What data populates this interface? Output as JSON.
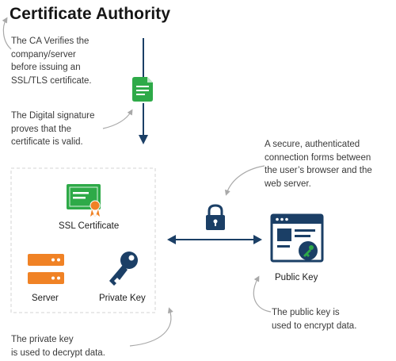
{
  "title": "Certificate Authority",
  "notes": {
    "ca_verifies": "The CA Verifies the\ncompany/server\nbefore issuing an\nSSL/TLS certificate.",
    "digital_signature": "The Digital signature\nproves that the\ncertificate is valid.",
    "secure_connection": "A secure, authenticated\nconnection forms between\nthe user’s browser and the\nweb server.",
    "public_key_use": "The public key is\nused to encrypt data.",
    "private_key_use": "The private key\nis used to decrypt data."
  },
  "labels": {
    "ssl_certificate": "SSL Certificate",
    "server": "Server",
    "private_key": "Private Key",
    "public_key": "Public Key"
  },
  "icons": {
    "document": "document-icon",
    "certificate": "certificate-icon",
    "server": "server-icon",
    "private_key": "key-icon",
    "lock": "lock-icon",
    "browser": "browser-window-icon"
  },
  "colors": {
    "navy": "#1b3f66",
    "green": "#2eaa48",
    "orange": "#f08225",
    "arrow_gray": "#a9a9a9",
    "dashed_border": "#d3d3d3"
  }
}
